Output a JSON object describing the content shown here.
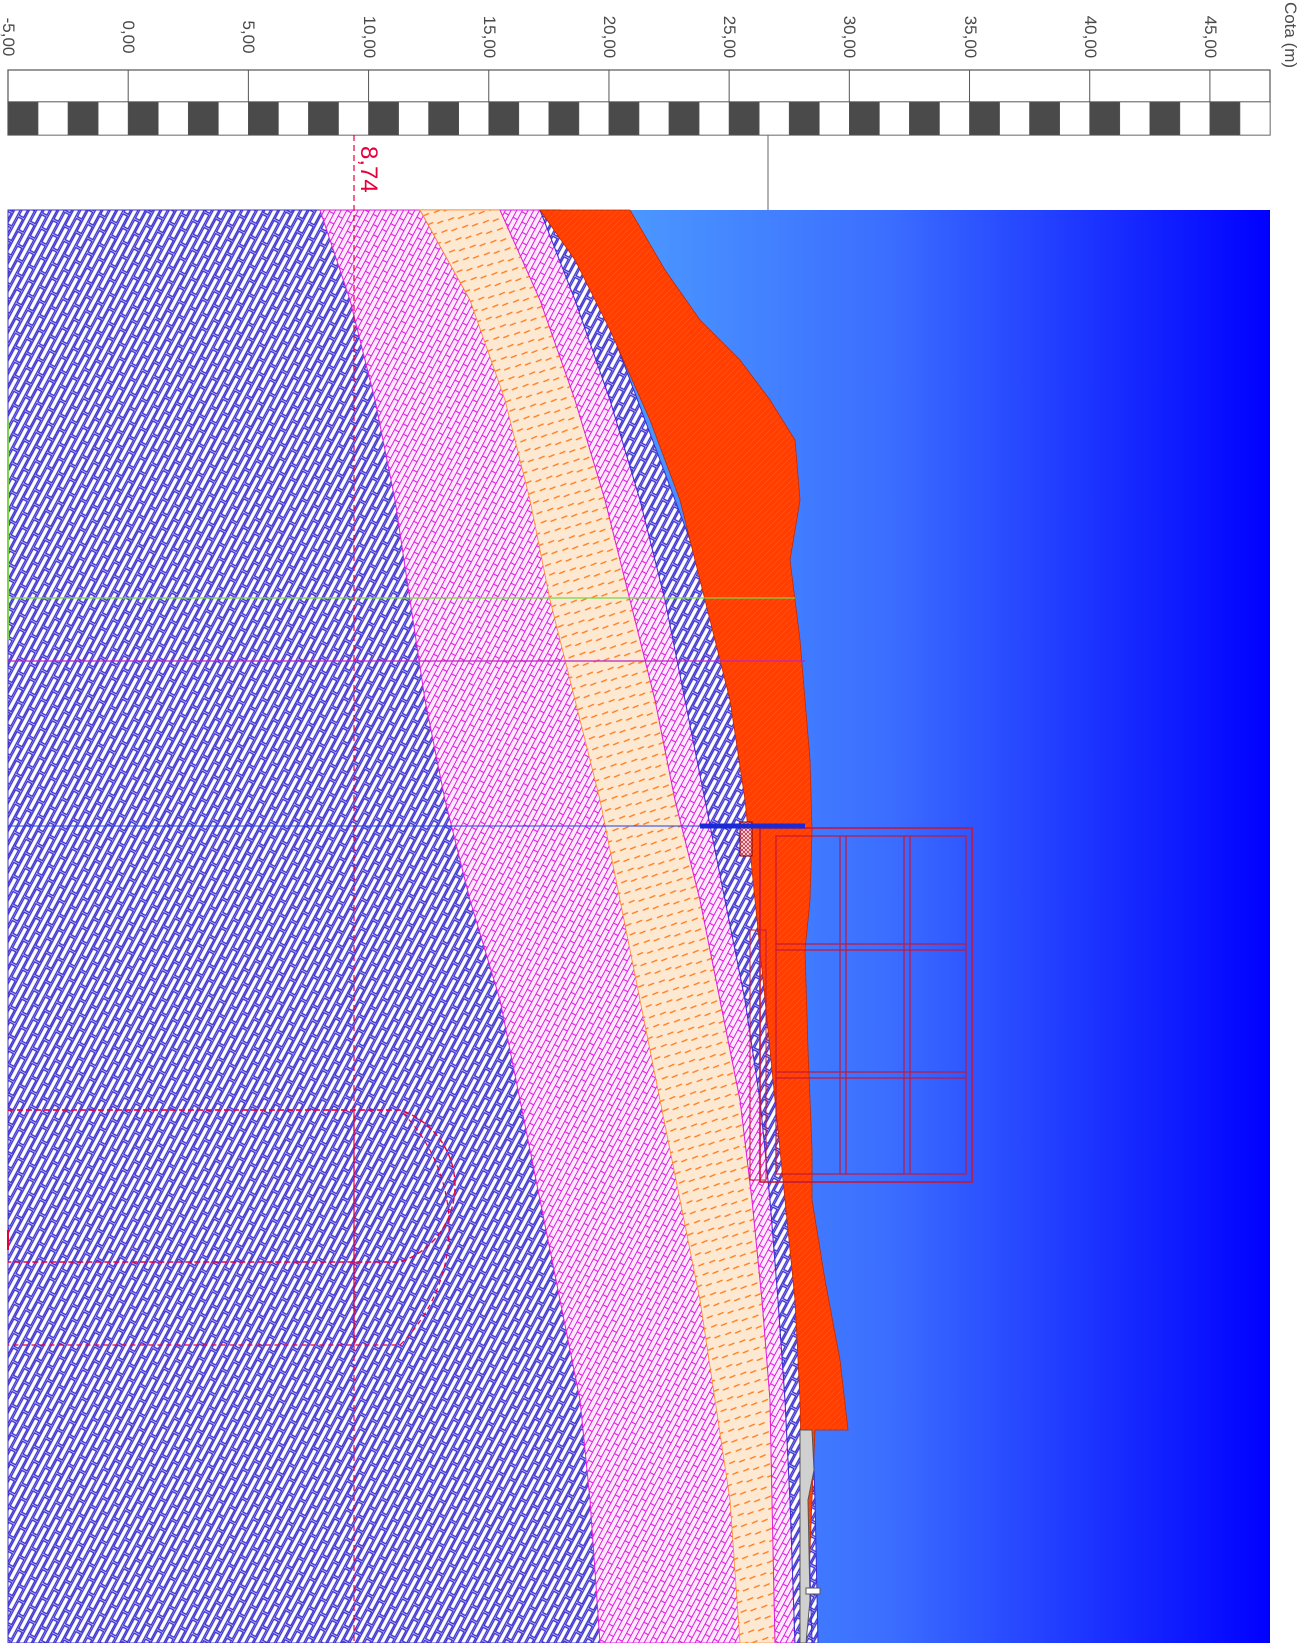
{
  "scale": {
    "title": "Cota (m)",
    "ticks": [
      {
        "value": -5,
        "label": "-5,00"
      },
      {
        "value": 0,
        "label": "0,00"
      },
      {
        "value": 5,
        "label": "5,00"
      },
      {
        "value": 10,
        "label": "10,00"
      },
      {
        "value": 15,
        "label": "15,00"
      },
      {
        "value": 20,
        "label": "20,00"
      },
      {
        "value": 25,
        "label": "25,00"
      },
      {
        "value": 30,
        "label": "30,00"
      },
      {
        "value": 35,
        "label": "35,00"
      },
      {
        "value": 40,
        "label": "40,00"
      },
      {
        "value": 45,
        "label": "45,00"
      }
    ]
  },
  "annotations": {
    "dimension_label": "8,74"
  },
  "colors": {
    "sky_light": "#6fd6ff",
    "sky_dark": "#0000ff",
    "fill_red": "#ff3e00",
    "hatch_blue": "#3a2fd0",
    "hatch_magenta": "#e01ce0",
    "hatch_orange": "#ff8a2a",
    "sand": "#fde2c6",
    "marker_red": "#e8003d",
    "box_red": "#c4183a"
  }
}
